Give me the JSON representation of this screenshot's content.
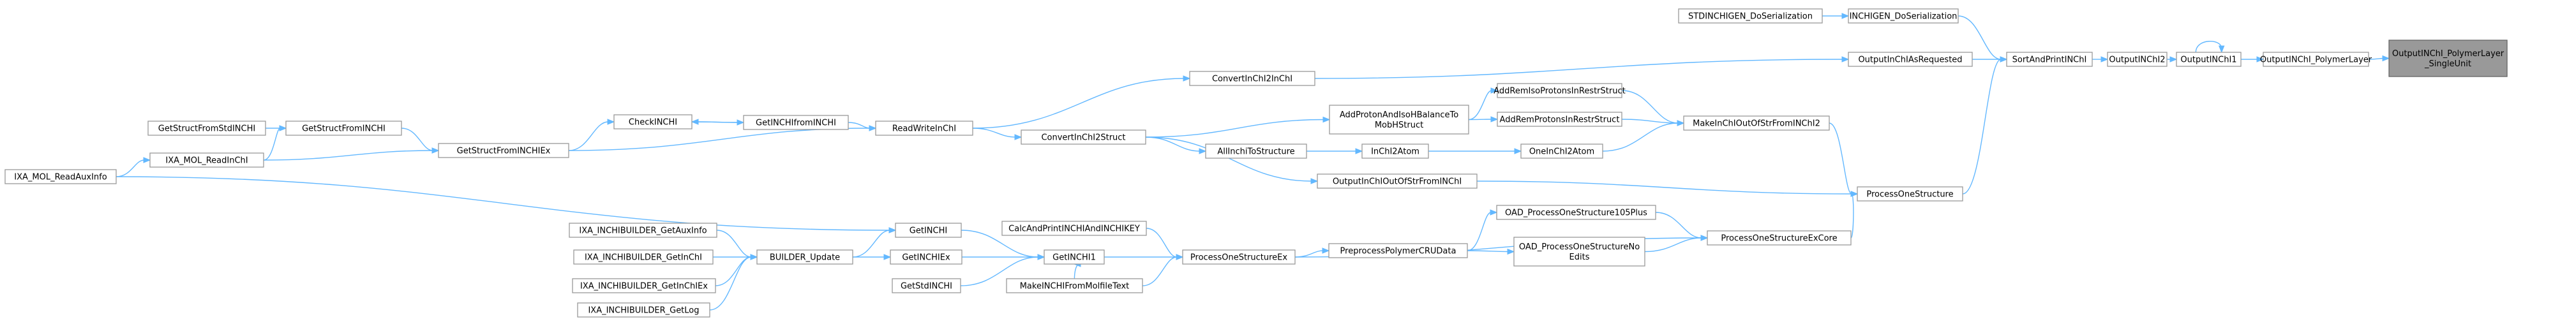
{
  "graph": {
    "nodes": [
      {
        "id": "target",
        "label": [
          "OutputINChI_PolymerLayer",
          "_SingleUnit"
        ],
        "highlight": true
      },
      {
        "id": "polymerlayer",
        "label": [
          "OutputINChI_PolymerLayer"
        ]
      },
      {
        "id": "outputinchi1",
        "label": [
          "OutputINChI1"
        ]
      },
      {
        "id": "outputinchi2",
        "label": [
          "OutputINChI2"
        ]
      },
      {
        "id": "sortandprint",
        "label": [
          "SortAndPrintINChI"
        ]
      },
      {
        "id": "inchigen_doser",
        "label": [
          "INCHIGEN_DoSerialization"
        ]
      },
      {
        "id": "stdinchigen_doser",
        "label": [
          "STDINCHIGEN_DoSerialization"
        ]
      },
      {
        "id": "outputasreq",
        "label": [
          "OutputInChIAsRequested"
        ]
      },
      {
        "id": "convinchi2inchi",
        "label": [
          "ConvertInChI2InChI"
        ]
      },
      {
        "id": "processone",
        "label": [
          "ProcessOneStructure"
        ]
      },
      {
        "id": "makeinchi",
        "label": [
          "MakeInChIOutOfStrFromINChI2"
        ]
      },
      {
        "id": "addremiso",
        "label": [
          "AddRemIsoProtonsInRestrStruct"
        ]
      },
      {
        "id": "addremprot",
        "label": [
          "AddRemProtonsInRestrStruct"
        ]
      },
      {
        "id": "addproton",
        "label": [
          "AddProtonAndIsoHBalanceTo",
          "MobHStruct"
        ]
      },
      {
        "id": "oneinchi2atom",
        "label": [
          "OneInChI2Atom"
        ]
      },
      {
        "id": "inchi2atom",
        "label": [
          "InChI2Atom"
        ]
      },
      {
        "id": "allinchitostruct",
        "label": [
          "AllInchiToStructure"
        ]
      },
      {
        "id": "outputinchioutof",
        "label": [
          "OutputInChIOutOfStrFromINChI"
        ]
      },
      {
        "id": "convinchi2struct",
        "label": [
          "ConvertInChI2Struct"
        ]
      },
      {
        "id": "readwriteinchi",
        "label": [
          "ReadWriteInChI"
        ]
      },
      {
        "id": "getinchifrominchi",
        "label": [
          "GetINCHIfromINCHI"
        ]
      },
      {
        "id": "checkinchi",
        "label": [
          "CheckINCHI"
        ]
      },
      {
        "id": "getstructinchiex",
        "label": [
          "GetStructFromINCHIEx"
        ]
      },
      {
        "id": "getstructinchi",
        "label": [
          "GetStructFromINCHI"
        ]
      },
      {
        "id": "getstructstdinchi",
        "label": [
          "GetStructFromStdINCHI"
        ]
      },
      {
        "id": "ixa_readinchi",
        "label": [
          "IXA_MOL_ReadInChI"
        ]
      },
      {
        "id": "ixa_readauxinfo",
        "label": [
          "IXA_MOL_ReadAuxInfo"
        ]
      },
      {
        "id": "processoneex_core",
        "label": [
          "ProcessOneStructureExCore"
        ]
      },
      {
        "id": "oad_105plus",
        "label": [
          "OAD_ProcessOneStructure105Plus"
        ]
      },
      {
        "id": "oad_noedits",
        "label": [
          "OAD_ProcessOneStructureNo",
          "Edits"
        ]
      },
      {
        "id": "preprocesspolymer",
        "label": [
          "PreprocessPolymerCRUData"
        ]
      },
      {
        "id": "processoneex",
        "label": [
          "ProcessOneStructureEx"
        ]
      },
      {
        "id": "calcandprint",
        "label": [
          "CalcAndPrintINCHIAndINCHIKEY"
        ]
      },
      {
        "id": "makeinchimolfile",
        "label": [
          "MakeINCHIFromMolfileText"
        ]
      },
      {
        "id": "getinchi1",
        "label": [
          "GetINCHI1"
        ]
      },
      {
        "id": "getinchi",
        "label": [
          "GetINCHI"
        ]
      },
      {
        "id": "getinchiex",
        "label": [
          "GetINCHIEx"
        ]
      },
      {
        "id": "getstdinchi",
        "label": [
          "GetStdINCHI"
        ]
      },
      {
        "id": "builder_update",
        "label": [
          "BUILDER_Update"
        ]
      },
      {
        "id": "ixa_getauxinfo",
        "label": [
          "IXA_INCHIBUILDER_GetAuxInfo"
        ]
      },
      {
        "id": "ixa_getinchi",
        "label": [
          "IXA_INCHIBUILDER_GetInChI"
        ]
      },
      {
        "id": "ixa_getinchiex",
        "label": [
          "IXA_INCHIBUILDER_GetInChIEx"
        ]
      },
      {
        "id": "ixa_getlog",
        "label": [
          "IXA_INCHIBUILDER_GetLog"
        ]
      }
    ],
    "edges": [
      [
        "polymerlayer",
        "target"
      ],
      [
        "outputinchi1",
        "polymerlayer"
      ],
      [
        "outputinchi1",
        "outputinchi1"
      ],
      [
        "outputinchi2",
        "outputinchi1"
      ],
      [
        "sortandprint",
        "outputinchi2"
      ],
      [
        "inchigen_doser",
        "sortandprint"
      ],
      [
        "stdinchigen_doser",
        "inchigen_doser"
      ],
      [
        "outputasreq",
        "sortandprint"
      ],
      [
        "processone",
        "sortandprint"
      ],
      [
        "convinchi2inchi",
        "outputasreq"
      ],
      [
        "readwriteinchi",
        "convinchi2inchi"
      ],
      [
        "makeinchi",
        "processone"
      ],
      [
        "outputinchioutof",
        "processone"
      ],
      [
        "processoneex_core",
        "processone"
      ],
      [
        "addremiso",
        "makeinchi"
      ],
      [
        "addremprot",
        "makeinchi"
      ],
      [
        "oneinchi2atom",
        "makeinchi"
      ],
      [
        "addproton",
        "addremiso"
      ],
      [
        "addproton",
        "addremprot"
      ],
      [
        "inchi2atom",
        "oneinchi2atom"
      ],
      [
        "allinchitostruct",
        "inchi2atom"
      ],
      [
        "convinchi2struct",
        "addproton"
      ],
      [
        "convinchi2struct",
        "allinchitostruct"
      ],
      [
        "convinchi2struct",
        "outputinchioutof"
      ],
      [
        "readwriteinchi",
        "convinchi2struct"
      ],
      [
        "getinchifrominchi",
        "readwriteinchi"
      ],
      [
        "getstructinchiex",
        "readwriteinchi"
      ],
      [
        "checkinchi",
        "getinchifrominchi"
      ],
      [
        "getinchifrominchi",
        "checkinchi"
      ],
      [
        "getstructinchiex",
        "checkinchi"
      ],
      [
        "getstructinchi",
        "getstructinchiex"
      ],
      [
        "ixa_readinchi",
        "getstructinchiex"
      ],
      [
        "getstructstdinchi",
        "getstructinchi"
      ],
      [
        "ixa_readinchi",
        "getstructinchi"
      ],
      [
        "ixa_readauxinfo",
        "ixa_readinchi"
      ],
      [
        "ixa_readauxinfo",
        "getinchi"
      ],
      [
        "oad_105plus",
        "processoneex_core"
      ],
      [
        "oad_noedits",
        "processoneex_core"
      ],
      [
        "processoneex",
        "processoneex_core"
      ],
      [
        "preprocesspolymer",
        "oad_105plus"
      ],
      [
        "preprocesspolymer",
        "oad_noedits"
      ],
      [
        "processoneex",
        "preprocesspolymer"
      ],
      [
        "calcandprint",
        "processoneex"
      ],
      [
        "getinchi1",
        "processoneex"
      ],
      [
        "makeinchimolfile",
        "processoneex"
      ],
      [
        "getinchi",
        "getinchi1"
      ],
      [
        "getinchiex",
        "getinchi1"
      ],
      [
        "getstdinchi",
        "getinchi1"
      ],
      [
        "makeinchimolfile",
        "getinchi1"
      ],
      [
        "builder_update",
        "getinchi"
      ],
      [
        "builder_update",
        "getinchiex"
      ],
      [
        "ixa_getauxinfo",
        "builder_update"
      ],
      [
        "ixa_getinchi",
        "builder_update"
      ],
      [
        "ixa_getinchiex",
        "builder_update"
      ],
      [
        "ixa_getlog",
        "builder_update"
      ]
    ]
  },
  "colors": {
    "edge": "#63b8ff",
    "node_border": "#999999",
    "highlight_fill": "#999999"
  }
}
